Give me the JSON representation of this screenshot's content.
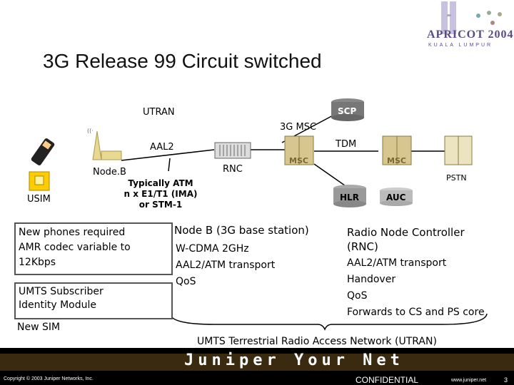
{
  "title": "3G Release 99 Circuit switched",
  "logo": {
    "main": "APRICOT 2004",
    "sub": "KUALA LUMPUR"
  },
  "diagram": {
    "utran": "UTRAN",
    "scp": "SCP",
    "msc3g": "3G MSC",
    "aal2": "AAL2",
    "tdm": "TDM",
    "nodeb": "Node.B",
    "rnc": "RNC",
    "pstn": "PSTN",
    "usim": "USIM",
    "hlr": "HLR",
    "auc": "AUC",
    "msc_label": "MSC",
    "atm_note": [
      "Typically ATM",
      "n x E1/T1 (IMA)",
      "or STM-1"
    ]
  },
  "left_notes": {
    "phones": [
      "New phones required",
      "AMR codec variable to",
      "12Kbps"
    ],
    "usim": [
      "UMTS Subscriber",
      "Identity Module"
    ],
    "new_sim": "New SIM"
  },
  "nodeb_notes": {
    "heading": "Node B (3G base station)",
    "items": [
      "W-CDMA 2GHz",
      "AAL2/ATM transport",
      "QoS"
    ]
  },
  "rnc_notes": {
    "heading": "Radio Node Controller (RNC)",
    "items": [
      "AAL2/ATM transport",
      "Handover",
      "QoS",
      "Forwards to CS and PS core"
    ]
  },
  "utran_caption": "UMTS Terrestrial Radio Access Network (UTRAN)",
  "footer": {
    "brand": "Juniper Your Net",
    "copyright": "Copyright © 2003 Juniper Networks, Inc.",
    "confidential": "CONFIDENTIAL",
    "url": "www.juniper.net",
    "page": "3"
  }
}
